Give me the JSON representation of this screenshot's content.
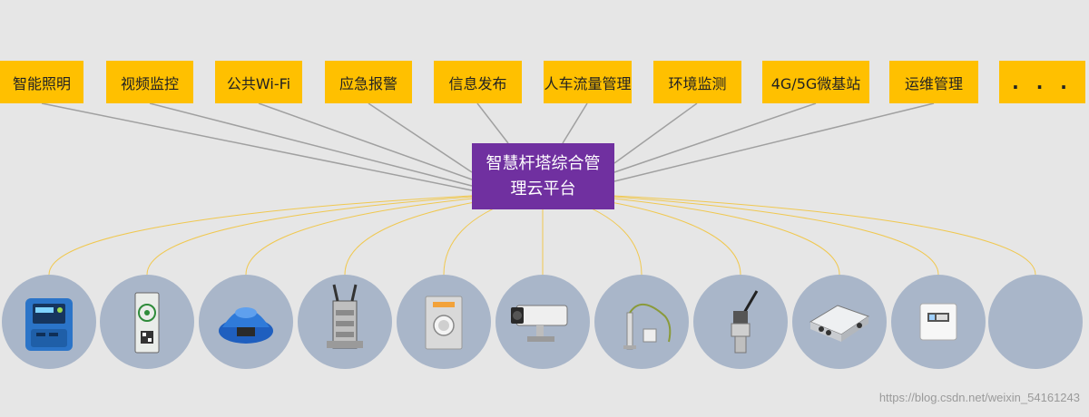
{
  "services": [
    {
      "id": "lighting",
      "label": "智能照明"
    },
    {
      "id": "video",
      "label": "视频监控"
    },
    {
      "id": "wifi",
      "label": "公共Wi-Fi"
    },
    {
      "id": "alarm",
      "label": "应急报警"
    },
    {
      "id": "info",
      "label": "信息发布"
    },
    {
      "id": "traffic",
      "label": "人车流量管理"
    },
    {
      "id": "env",
      "label": "环境监测"
    },
    {
      "id": "base-station",
      "label": "4G/5G微基站"
    },
    {
      "id": "ops",
      "label": "运维管理"
    },
    {
      "id": "more",
      "label": ". . ."
    }
  ],
  "hub": {
    "label": "智慧杆塔综合管理云平台"
  },
  "devices": [
    {
      "id": "smart-meter",
      "icon": "smart-meter-icon"
    },
    {
      "id": "controller-panel",
      "icon": "controller-panel-icon"
    },
    {
      "id": "dome-device",
      "icon": "dome-device-icon"
    },
    {
      "id": "antenna-module",
      "icon": "antenna-module-icon"
    },
    {
      "id": "emergency-button",
      "icon": "emergency-button-icon"
    },
    {
      "id": "surveillance-camera",
      "icon": "surveillance-camera-icon"
    },
    {
      "id": "tilt-sensor",
      "icon": "tilt-sensor-icon"
    },
    {
      "id": "probe-sensor",
      "icon": "probe-sensor-icon"
    },
    {
      "id": "control-box",
      "icon": "control-box-icon"
    },
    {
      "id": "wall-sensor",
      "icon": "wall-sensor-icon"
    },
    {
      "id": "empty-slot",
      "icon": ""
    }
  ],
  "colors": {
    "background": "#e6e6e6",
    "service_box": "#ffc000",
    "hub": "#7030a0",
    "device_circle": "#a9b6c9",
    "service_link": "#a0a0a0",
    "device_link": "#f0c850"
  },
  "watermark": "https://blog.csdn.net/weixin_54161243"
}
